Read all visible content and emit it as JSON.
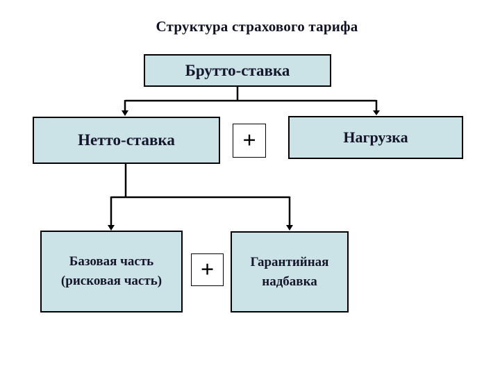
{
  "title": "Структура страхового тарифа",
  "diagram": {
    "nodes": {
      "brutto": {
        "label": "Брутто-ставка"
      },
      "netto": {
        "label": "Нетто-ставка"
      },
      "nagruzka": {
        "label": "Нагрузка"
      },
      "bazovaya": {
        "line1": "Базовая часть",
        "line2": "(рисковая часть)"
      },
      "garantiynaya": {
        "line1": "Гарантийная",
        "line2": "надбавка"
      }
    },
    "operator_plus": "+",
    "relations": [
      "Брутто-ставка = Нетто-ставка + Нагрузка",
      "Нетто-ставка = Базовая часть (рисковая часть) + Гарантийная надбавка"
    ]
  },
  "colors": {
    "background": "#ffffff",
    "box_fill": "#cbe3e6",
    "box_border": "#000000",
    "text": "#15152c",
    "connector": "#000000"
  }
}
